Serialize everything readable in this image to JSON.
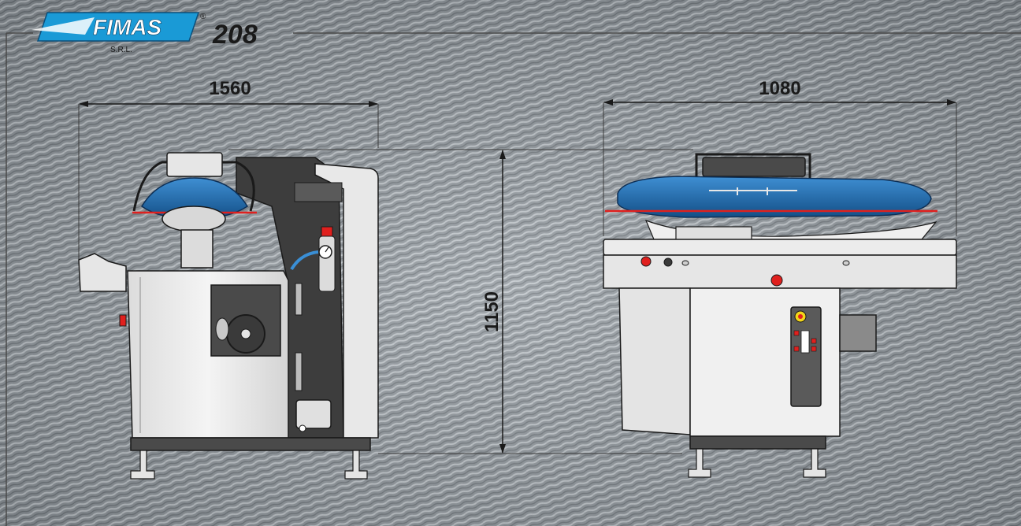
{
  "brand": {
    "logo_text": "FIMAS",
    "registered_mark": "®",
    "company_suffix": "S.R.L.",
    "model_number": "208"
  },
  "dimensions": {
    "depth_mm": "1560",
    "width_mm": "1080",
    "height_mm": "1150"
  },
  "colors": {
    "background": "#8f969c",
    "line": "#3a3a3a",
    "machine_body": "#ececec",
    "machine_dark": "#3d3d3d",
    "buck_blue": "#1c6fb5",
    "logo_blue": "#1a9ad6",
    "indicator_red": "#e0201e",
    "center_line_red": "#e0201e"
  },
  "icons": [
    "pressure-gauge-icon",
    "emergency-stop-icon",
    "control-button-icon"
  ]
}
